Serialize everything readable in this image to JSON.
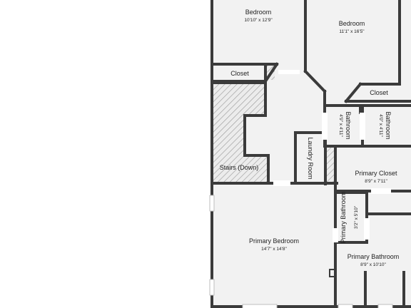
{
  "rooms": {
    "bedroom_left": {
      "name": "Bedroom",
      "dims": "10'10\" x 12'9\""
    },
    "bedroom_right": {
      "name": "Bedroom",
      "dims": "11'1\" x 16'5\""
    },
    "closet_left": {
      "name": "Closet"
    },
    "closet_right": {
      "name": "Closet"
    },
    "bathroom_1": {
      "name": "Bathroom",
      "dims": "4'9\" x 4'11\""
    },
    "bathroom_2": {
      "name": "Bathroom",
      "dims": "4'0\" x 4'11\""
    },
    "stairs": {
      "name": "Stairs (Down)"
    },
    "laundry": {
      "name": "Laundry Room"
    },
    "primary_closet": {
      "name": "Primary Closet",
      "dims": "8'9\" x 7'11\""
    },
    "primary_bathroom_small": {
      "name": "Primary Bathroom",
      "dims": "3'2\" x 5'10\""
    },
    "primary_bedroom": {
      "name": "Primary Bedroom",
      "dims": "14'7\" x 14'8\""
    },
    "primary_bathroom": {
      "name": "Primary Bathroom",
      "dims": "8'9\" x 10'10\""
    }
  },
  "colors": {
    "wall": "#3b3b3b",
    "floor": "#f2f2f2",
    "hatch": "#9a9a9a"
  }
}
